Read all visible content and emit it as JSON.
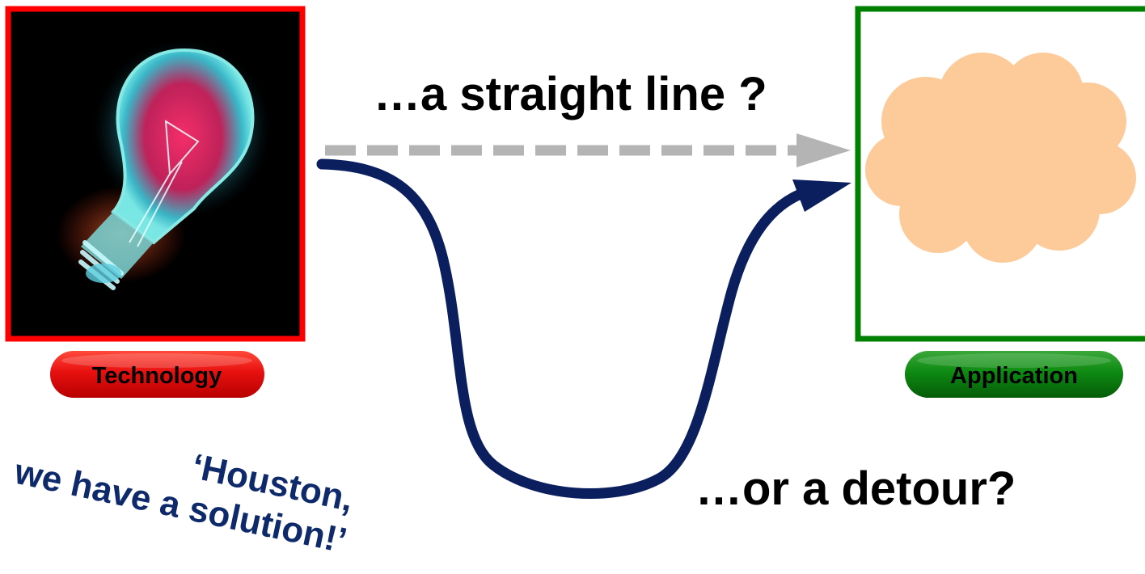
{
  "technology": {
    "label": "Technology",
    "frame_color": "#ff0000",
    "pill_color": "#e31010",
    "image_icon": "light-bulb-xray"
  },
  "application": {
    "label": "Application",
    "frame_color": "#008000",
    "pill_color": "#0b7d10",
    "cloud_icon": "cloud",
    "cloud_color": "#fdcb9a"
  },
  "straight_path": {
    "label": "…a straight line ?",
    "color": "#b4b4b4",
    "style": "dashed"
  },
  "detour_path": {
    "label": "…or a  detour?",
    "color": "#0b1f5e"
  },
  "quote": {
    "line1": "‘Houston,",
    "line2": "we have a solution!’",
    "color": "#0f2a6b"
  }
}
